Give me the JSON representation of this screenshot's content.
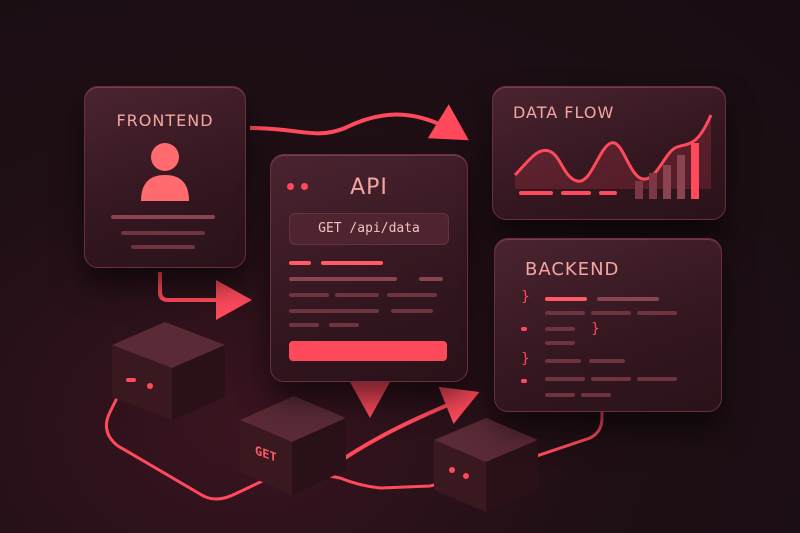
{
  "frontend": {
    "title": "FRONTEND"
  },
  "api": {
    "title": "API",
    "request": "GET /api/data"
  },
  "dataflow": {
    "title": "DATA FLOW"
  },
  "backend": {
    "title": "BACKEND",
    "brace_open": "}",
    "brace_close": "}"
  },
  "node": {
    "label": "GET"
  },
  "colors": {
    "accent": "#ff4a5c",
    "text": "#f4a7a0",
    "card": "#3a1a24",
    "background": "#1a0e13"
  }
}
